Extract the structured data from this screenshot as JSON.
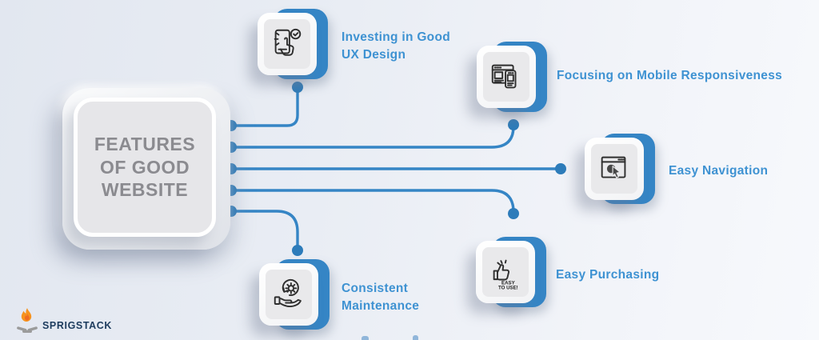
{
  "center_card": {
    "title": "FEATURES\nOF GOOD\nWEBSITE"
  },
  "nodes": [
    {
      "label": "Investing in Good\nUX Design",
      "icon": "tap-check-icon"
    },
    {
      "label": "Focusing on Mobile Responsiveness",
      "icon": "responsive-devices-icon"
    },
    {
      "label": "Easy Navigation",
      "icon": "browser-cursor-icon"
    },
    {
      "label": "Easy Purchasing",
      "icon": "thumbs-up-icon",
      "icon_text_line1": "EASY",
      "icon_text_line2": "TO USE!"
    },
    {
      "label": "Consistent\nMaintenance",
      "icon": "gear-hand-icon"
    }
  ],
  "logo": {
    "name": "SPRIGSTACK"
  },
  "colors": {
    "accent": "#3585c5",
    "dot": "#2d7cba",
    "label": "#3e92d2",
    "title": "#8b8b90",
    "logo": "#1d3c5e",
    "flame": "#f6921e",
    "flame_deep": "#ef6b21",
    "log_gray": "#9b9b9b"
  }
}
